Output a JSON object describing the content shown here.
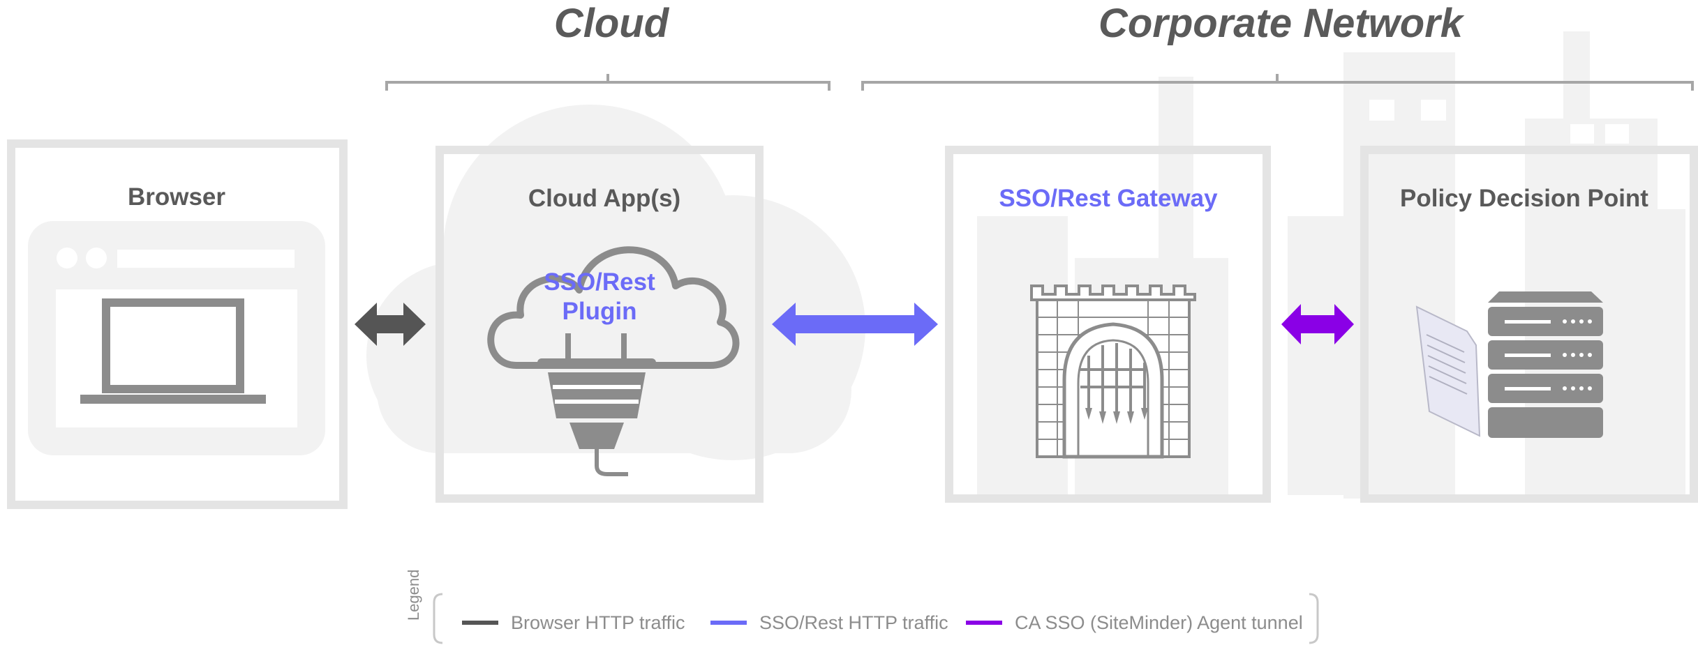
{
  "regions": {
    "cloud_title": "Cloud",
    "corporate_title": "Corporate Network"
  },
  "boxes": {
    "browser_title": "Browser",
    "cloud_app_title": "Cloud App(s)",
    "plugin_label_line1": "SSO/Rest",
    "plugin_label_line2": "Plugin",
    "gateway_title": "SSO/Rest Gateway",
    "pdp_title": "Policy Decision Point"
  },
  "legend": {
    "title": "Legend",
    "items": [
      {
        "label": "Browser HTTP traffic",
        "color": "#555555"
      },
      {
        "label": "SSO/Rest HTTP traffic",
        "color": "#6b6bf7"
      },
      {
        "label": "CA SSO (SiteMinder) Agent tunnel",
        "color": "#8a00e6"
      }
    ]
  },
  "colors": {
    "box_border": "#e4e4e4",
    "background_shapes": "#f2f2f2",
    "icon_gray": "#8c8c8c",
    "accent_blue": "#6b6bf7",
    "accent_purple": "#8a00e6",
    "dark_arrow": "#555555"
  },
  "icons": [
    "browser-window-icon",
    "laptop-icon",
    "cloud-plug-icon",
    "castle-gate-icon",
    "document-icon",
    "server-rack-icon",
    "cloud-background",
    "city-skyline-background"
  ]
}
